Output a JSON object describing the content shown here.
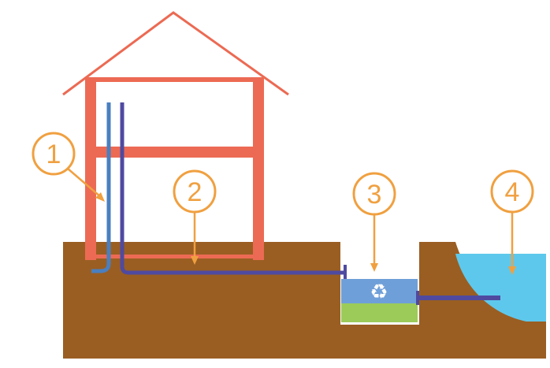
{
  "colors": {
    "soil": "#9a5e22",
    "house": "#ec6a53",
    "pipe_light": "#4a7fc0",
    "pipe_dark": "#4f4aa0",
    "water": "#5ec8ec",
    "tank_top": "#6f9fd8",
    "tank_bottom": "#9ccb5a",
    "callout": "#f0a040"
  },
  "icons": {
    "recycle": "recycle-icon"
  },
  "callouts": [
    {
      "label": "1"
    },
    {
      "label": "2"
    },
    {
      "label": "3"
    },
    {
      "label": "4"
    }
  ],
  "recycle_glyph": "♻"
}
